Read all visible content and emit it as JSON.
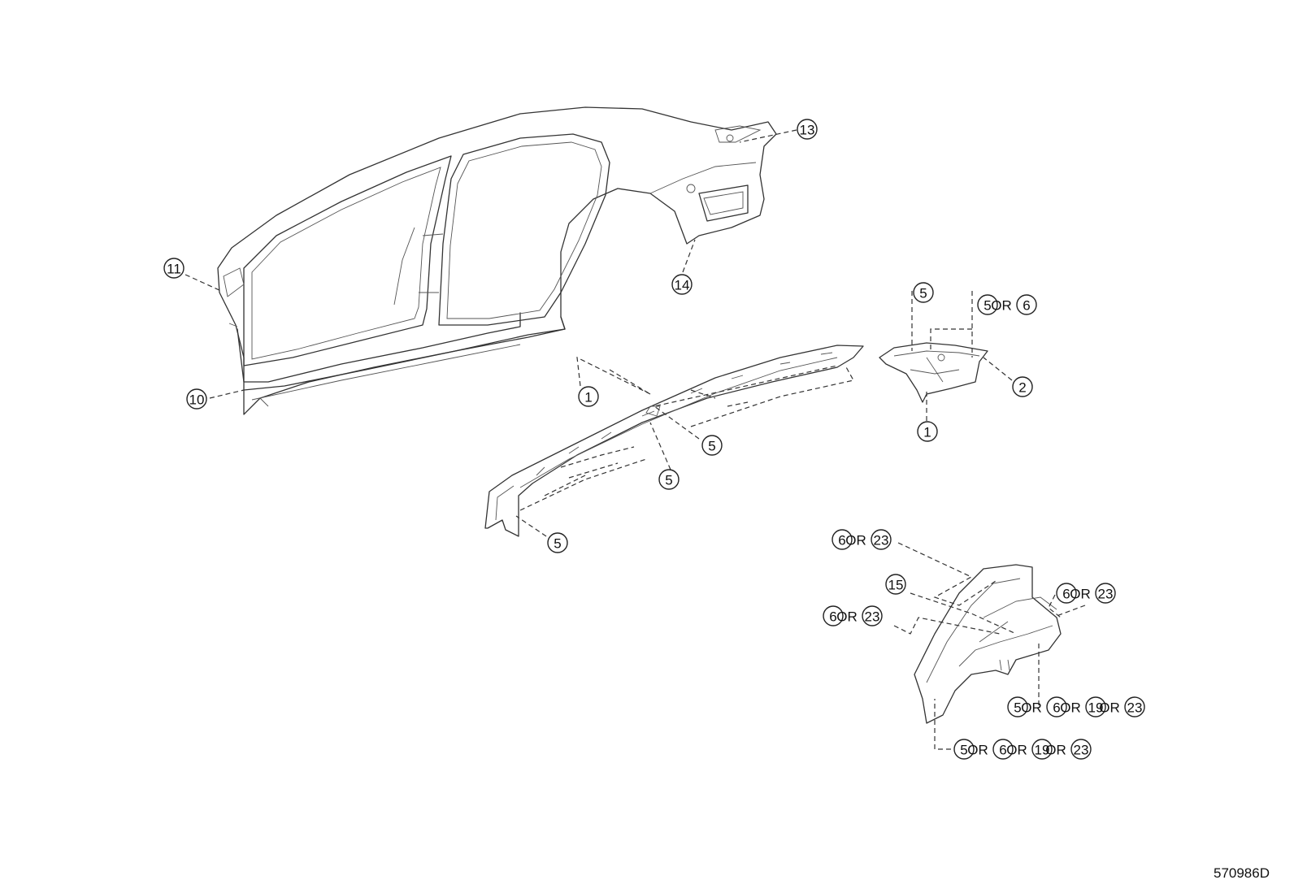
{
  "diagram_id": "570986D",
  "or_label": "OR",
  "callouts": [
    {
      "id": "c13",
      "parts": [
        "13"
      ]
    },
    {
      "id": "c11",
      "parts": [
        "11"
      ]
    },
    {
      "id": "c14",
      "parts": [
        "14"
      ]
    },
    {
      "id": "c10",
      "parts": [
        "10"
      ]
    },
    {
      "id": "c5-top",
      "parts": [
        "5"
      ]
    },
    {
      "id": "c5or6-top",
      "parts": [
        "5",
        "6"
      ]
    },
    {
      "id": "c2",
      "parts": [
        "2"
      ]
    },
    {
      "id": "c1-right",
      "parts": [
        "1"
      ]
    },
    {
      "id": "c1-mid",
      "parts": [
        "1"
      ]
    },
    {
      "id": "c5-mid-a",
      "parts": [
        "5"
      ]
    },
    {
      "id": "c5-mid-b",
      "parts": [
        "5"
      ]
    },
    {
      "id": "c5-low",
      "parts": [
        "5"
      ]
    },
    {
      "id": "c6or23-a",
      "parts": [
        "6",
        "23"
      ]
    },
    {
      "id": "c15",
      "parts": [
        "15"
      ]
    },
    {
      "id": "c6or23-b",
      "parts": [
        "6",
        "23"
      ]
    },
    {
      "id": "c6or23-c",
      "parts": [
        "6",
        "23"
      ]
    },
    {
      "id": "c-multi-a",
      "parts": [
        "5",
        "6",
        "19",
        "23"
      ]
    },
    {
      "id": "c-multi-b",
      "parts": [
        "5",
        "6",
        "19",
        "23"
      ]
    }
  ]
}
